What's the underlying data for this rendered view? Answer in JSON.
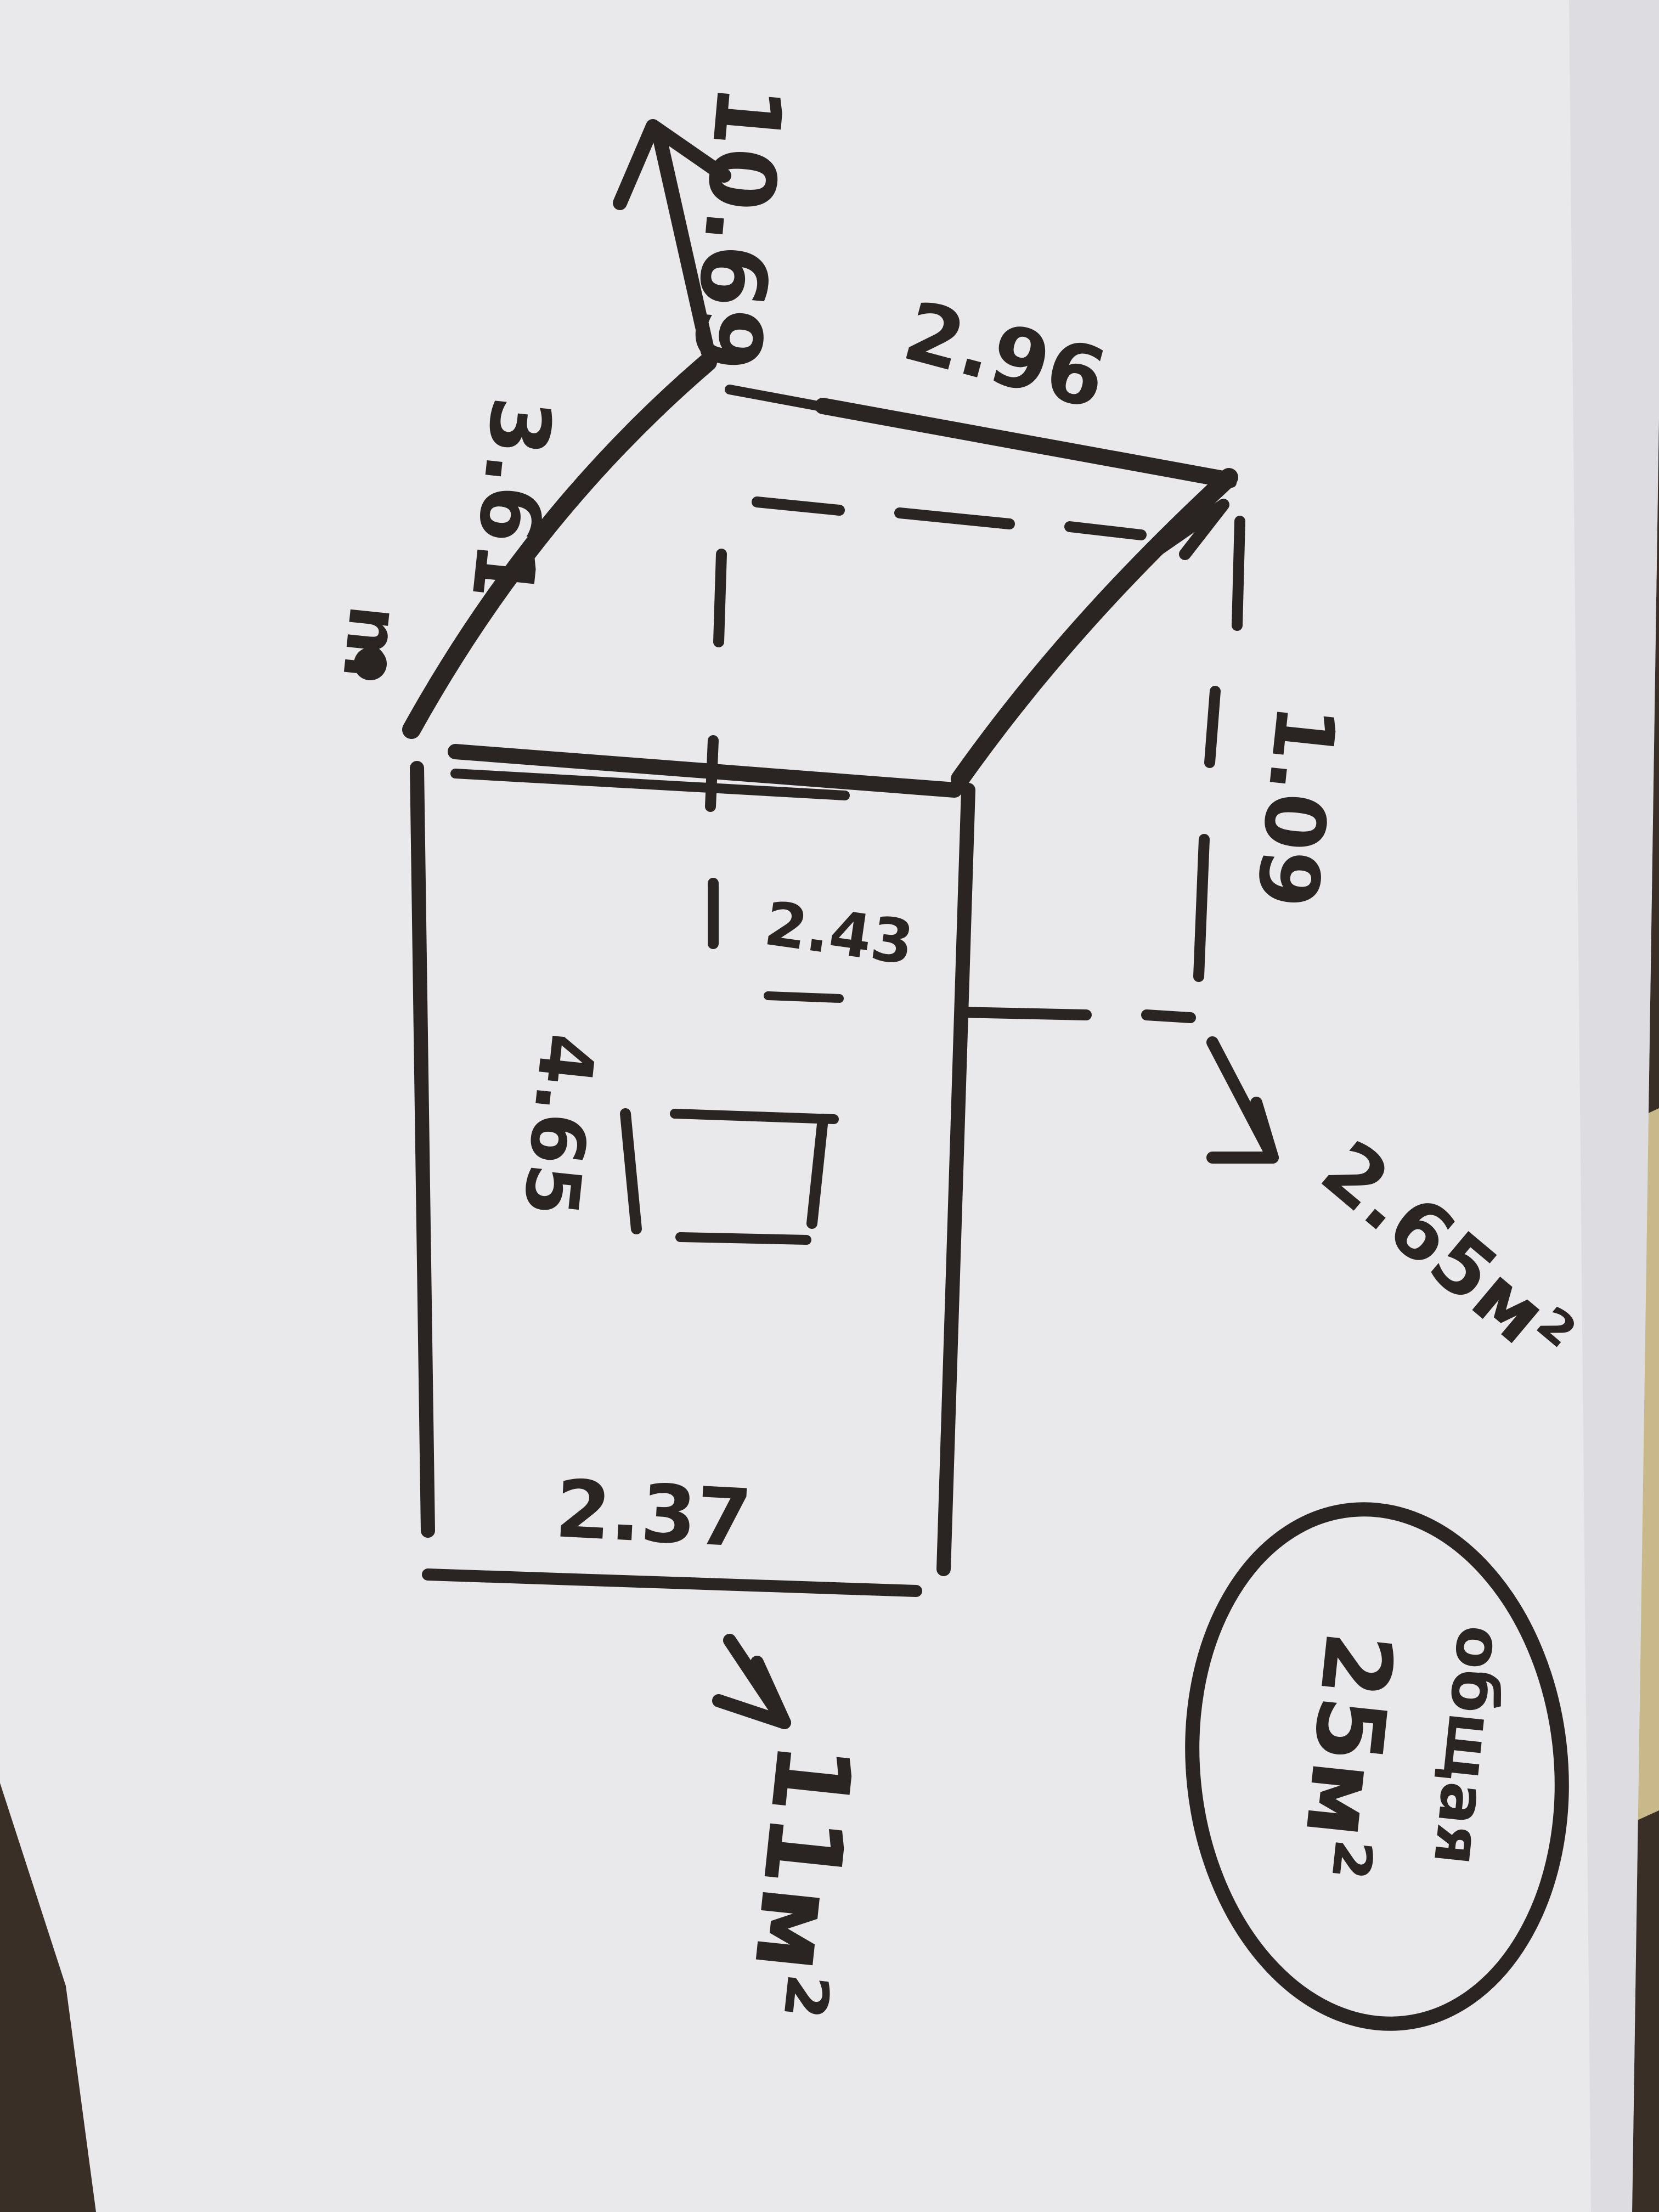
{
  "colors": {
    "paper": "#e9e9ec",
    "paper_shadow": "#d6d6da",
    "ink": "#2a2523",
    "table": "#3a2f27",
    "cloth": "#c9b98a"
  },
  "labels": {
    "top_arrow_value": "10.69",
    "roof_back_width": "2.96",
    "roof_slope_length": "3.61",
    "roof_unit": "m",
    "roof_height": "1.09",
    "side_arrow_value": "2.65м²",
    "inner_width": "2.43",
    "wall_height": "4.65",
    "wall_width": "2.37",
    "bottom_arrow_value": "11м²",
    "total_label": "общая",
    "total_value": "25м²"
  }
}
